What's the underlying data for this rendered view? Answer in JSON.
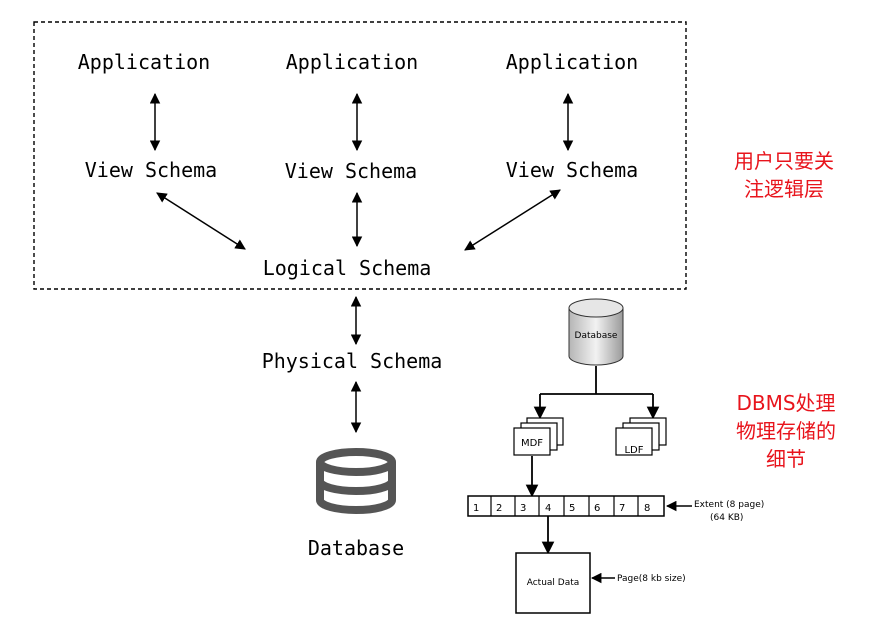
{
  "logical": {
    "applications": [
      "Application",
      "Application",
      "Application"
    ],
    "views": [
      "View Schema",
      "View Schema",
      "View Schema"
    ],
    "logical_schema": "Logical Schema"
  },
  "physical_schema": "Physical Schema",
  "database_label": "Database",
  "annotations": {
    "user_line1": "用户只要关",
    "user_line2": "注逻辑层",
    "dbms_line1": "DBMS处理",
    "dbms_line2": "物理存储的",
    "dbms_line3": "细节"
  },
  "storage": {
    "cylinder_label": "Database",
    "mdf": "MDF",
    "ldf": "LDF",
    "extent_cells": [
      "1",
      "2",
      "3",
      "4",
      "5",
      "6",
      "7",
      "8"
    ],
    "extent_label": "Extent (8 page)",
    "extent_size": "(64 KB)",
    "actual_data": "Actual Data",
    "page_label": "Page(8 kb size)"
  },
  "colors": {
    "annotation": "#e8141c",
    "icon": "#555555"
  }
}
